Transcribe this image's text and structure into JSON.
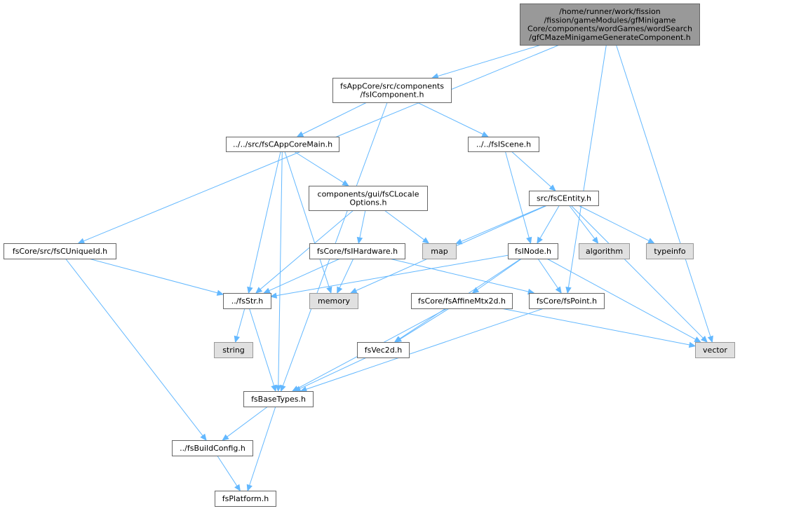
{
  "colors": {
    "edge": "#63b8ff",
    "root_fill": "#999999",
    "system_fill": "#e0e0e0",
    "node_border": "#666666"
  },
  "nodes": {
    "root": {
      "lines": [
        "/home/runner/work/fission",
        "/fission/gameModules/gfMinigame",
        "Core/components/wordGames/wordSearch",
        "/gfCMazeMinigameGenerateComponent.h"
      ]
    },
    "fsIComponent": {
      "lines": [
        "fsAppCore/src/components",
        "/fsIComponent.h"
      ]
    },
    "fsCAppCoreMain": {
      "lines": [
        "../../src/fsCAppCoreMain.h"
      ]
    },
    "fsIScene": {
      "lines": [
        "../../fsIScene.h"
      ]
    },
    "fsCLocaleOptions": {
      "lines": [
        "components/gui/fsCLocale",
        "Options.h"
      ]
    },
    "fsCEntity": {
      "lines": [
        "src/fsCEntity.h"
      ]
    },
    "fsCUniqueId": {
      "lines": [
        "fsCore/src/fsCUniqueId.h"
      ]
    },
    "fsIHardware": {
      "lines": [
        "fsCore/fsIHardware.h"
      ]
    },
    "map": {
      "lines": [
        "map"
      ]
    },
    "fsINode": {
      "lines": [
        "fsINode.h"
      ]
    },
    "algorithm": {
      "lines": [
        "algorithm"
      ]
    },
    "typeinfo": {
      "lines": [
        "typeinfo"
      ]
    },
    "fsStr": {
      "lines": [
        "../fsStr.h"
      ]
    },
    "memory": {
      "lines": [
        "memory"
      ]
    },
    "fsAffineMtx2d": {
      "lines": [
        "fsCore/fsAffineMtx2d.h"
      ]
    },
    "fsPoint": {
      "lines": [
        "fsCore/fsPoint.h"
      ]
    },
    "string": {
      "lines": [
        "string"
      ]
    },
    "fsVec2d": {
      "lines": [
        "fsVec2d.h"
      ]
    },
    "vector": {
      "lines": [
        "vector"
      ]
    },
    "fsBaseTypes": {
      "lines": [
        "fsBaseTypes.h"
      ]
    },
    "fsBuildConfig": {
      "lines": [
        "../fsBuildConfig.h"
      ]
    },
    "fsPlatform": {
      "lines": [
        "fsPlatform.h"
      ]
    }
  },
  "edges": [
    [
      "root",
      "fsIComponent"
    ],
    [
      "root",
      "fsCUniqueId"
    ],
    [
      "root",
      "fsPoint"
    ],
    [
      "root",
      "vector"
    ],
    [
      "fsIComponent",
      "fsCAppCoreMain"
    ],
    [
      "fsIComponent",
      "fsIScene"
    ],
    [
      "fsIComponent",
      "fsBaseTypes"
    ],
    [
      "fsCAppCoreMain",
      "fsCLocaleOptions"
    ],
    [
      "fsCAppCoreMain",
      "fsStr"
    ],
    [
      "fsCAppCoreMain",
      "memory"
    ],
    [
      "fsCAppCoreMain",
      "fsBaseTypes"
    ],
    [
      "fsIScene",
      "fsCEntity"
    ],
    [
      "fsIScene",
      "fsINode"
    ],
    [
      "fsCLocaleOptions",
      "fsIHardware"
    ],
    [
      "fsCLocaleOptions",
      "map"
    ],
    [
      "fsCLocaleOptions",
      "fsStr"
    ],
    [
      "fsCEntity",
      "map"
    ],
    [
      "fsCEntity",
      "fsINode"
    ],
    [
      "fsCEntity",
      "algorithm"
    ],
    [
      "fsCEntity",
      "typeinfo"
    ],
    [
      "fsCEntity",
      "memory"
    ],
    [
      "fsCEntity",
      "vector"
    ],
    [
      "fsCUniqueId",
      "fsStr"
    ],
    [
      "fsCUniqueId",
      "fsBuildConfig"
    ],
    [
      "fsIHardware",
      "fsStr"
    ],
    [
      "fsIHardware",
      "memory"
    ],
    [
      "fsIHardware",
      "fsPoint"
    ],
    [
      "fsINode",
      "fsStr"
    ],
    [
      "fsINode",
      "fsAffineMtx2d"
    ],
    [
      "fsINode",
      "fsPoint"
    ],
    [
      "fsINode",
      "fsVec2d"
    ],
    [
      "fsINode",
      "vector"
    ],
    [
      "fsStr",
      "string"
    ],
    [
      "fsStr",
      "fsBaseTypes"
    ],
    [
      "fsAffineMtx2d",
      "fsVec2d"
    ],
    [
      "fsAffineMtx2d",
      "vector"
    ],
    [
      "fsAffineMtx2d",
      "fsBaseTypes"
    ],
    [
      "fsPoint",
      "fsBaseTypes"
    ],
    [
      "fsVec2d",
      "fsBaseTypes"
    ],
    [
      "fsBaseTypes",
      "fsBuildConfig"
    ],
    [
      "fsBaseTypes",
      "fsPlatform"
    ],
    [
      "fsBuildConfig",
      "fsPlatform"
    ]
  ]
}
